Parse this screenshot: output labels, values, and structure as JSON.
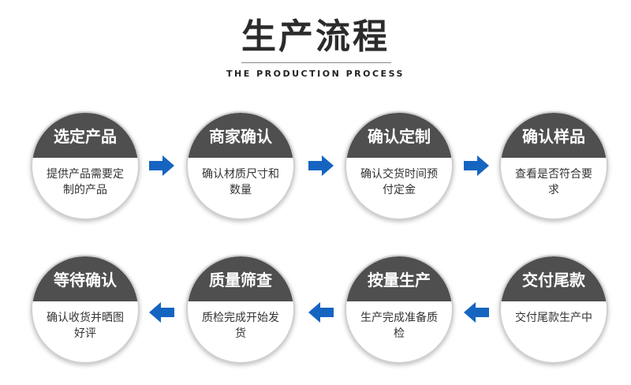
{
  "title": "生产流程",
  "subtitle": "THE PRODUCTION PROCESS",
  "colors": {
    "header": "#4f4f4f",
    "arrow": "#1565c0"
  },
  "steps": [
    {
      "title": "选定产品",
      "desc": "提供产品需要定制的产品"
    },
    {
      "title": "商家确认",
      "desc": "确认材质尺寸和数量"
    },
    {
      "title": "确认定制",
      "desc": "确认交货时间预付定金"
    },
    {
      "title": "确认样品",
      "desc": "查看是否符合要求"
    },
    {
      "title": "交付尾款",
      "desc": "交付尾款生产中"
    },
    {
      "title": "按量生产",
      "desc": "生产完成准备质检"
    },
    {
      "title": "质量筛查",
      "desc": "质检完成开始发货"
    },
    {
      "title": "等待确认",
      "desc": "确认收货并晒图好评"
    }
  ],
  "arrows": [
    {
      "icon": "arrow-right-icon"
    },
    {
      "icon": "arrow-right-icon"
    },
    {
      "icon": "arrow-right-icon"
    },
    {
      "icon": "arrow-left-icon"
    },
    {
      "icon": "arrow-left-icon"
    },
    {
      "icon": "arrow-left-icon"
    }
  ]
}
